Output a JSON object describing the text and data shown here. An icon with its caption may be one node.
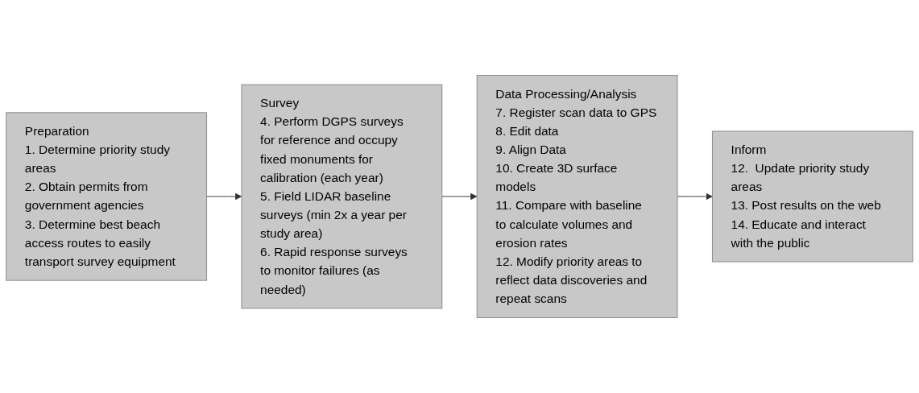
{
  "diagram": {
    "nodes": [
      {
        "text": [
          "Preparation",
          "1. Determine priority study areas",
          "2. Obtain permits from government agencies",
          "3. Determine best beach access routes to easily transport survey equipment"
        ]
      },
      {
        "text": [
          "Survey",
          "4. Perform DGPS surveys for reference and occupy fixed monuments for calibration (each year)",
          "5. Field LIDAR baseline surveys (min 2x a year per study area)",
          "6. Rapid response surveys to monitor failures (as needed)"
        ]
      },
      {
        "text": [
          "Data Processing/Analysis",
          "7. Register scan data to GPS",
          "8. Edit data",
          "9. Align Data",
          "10. Create 3D surface models",
          "11. Compare with baseline to calculate volumes and erosion rates",
          "12. Modify priority areas to reflect data discoveries and repeat scans"
        ]
      },
      {
        "text": [
          "Inform",
          "12.  Update priority study areas",
          "13. Post results on the web",
          "14. Educate and interact with the public"
        ]
      }
    ],
    "edges": [
      {
        "from": 0,
        "to": 1,
        "arrow": "to"
      },
      {
        "from": 1,
        "to": 2,
        "arrow": "to"
      },
      {
        "from": 2,
        "to": 3,
        "arrow": "to"
      }
    ]
  }
}
